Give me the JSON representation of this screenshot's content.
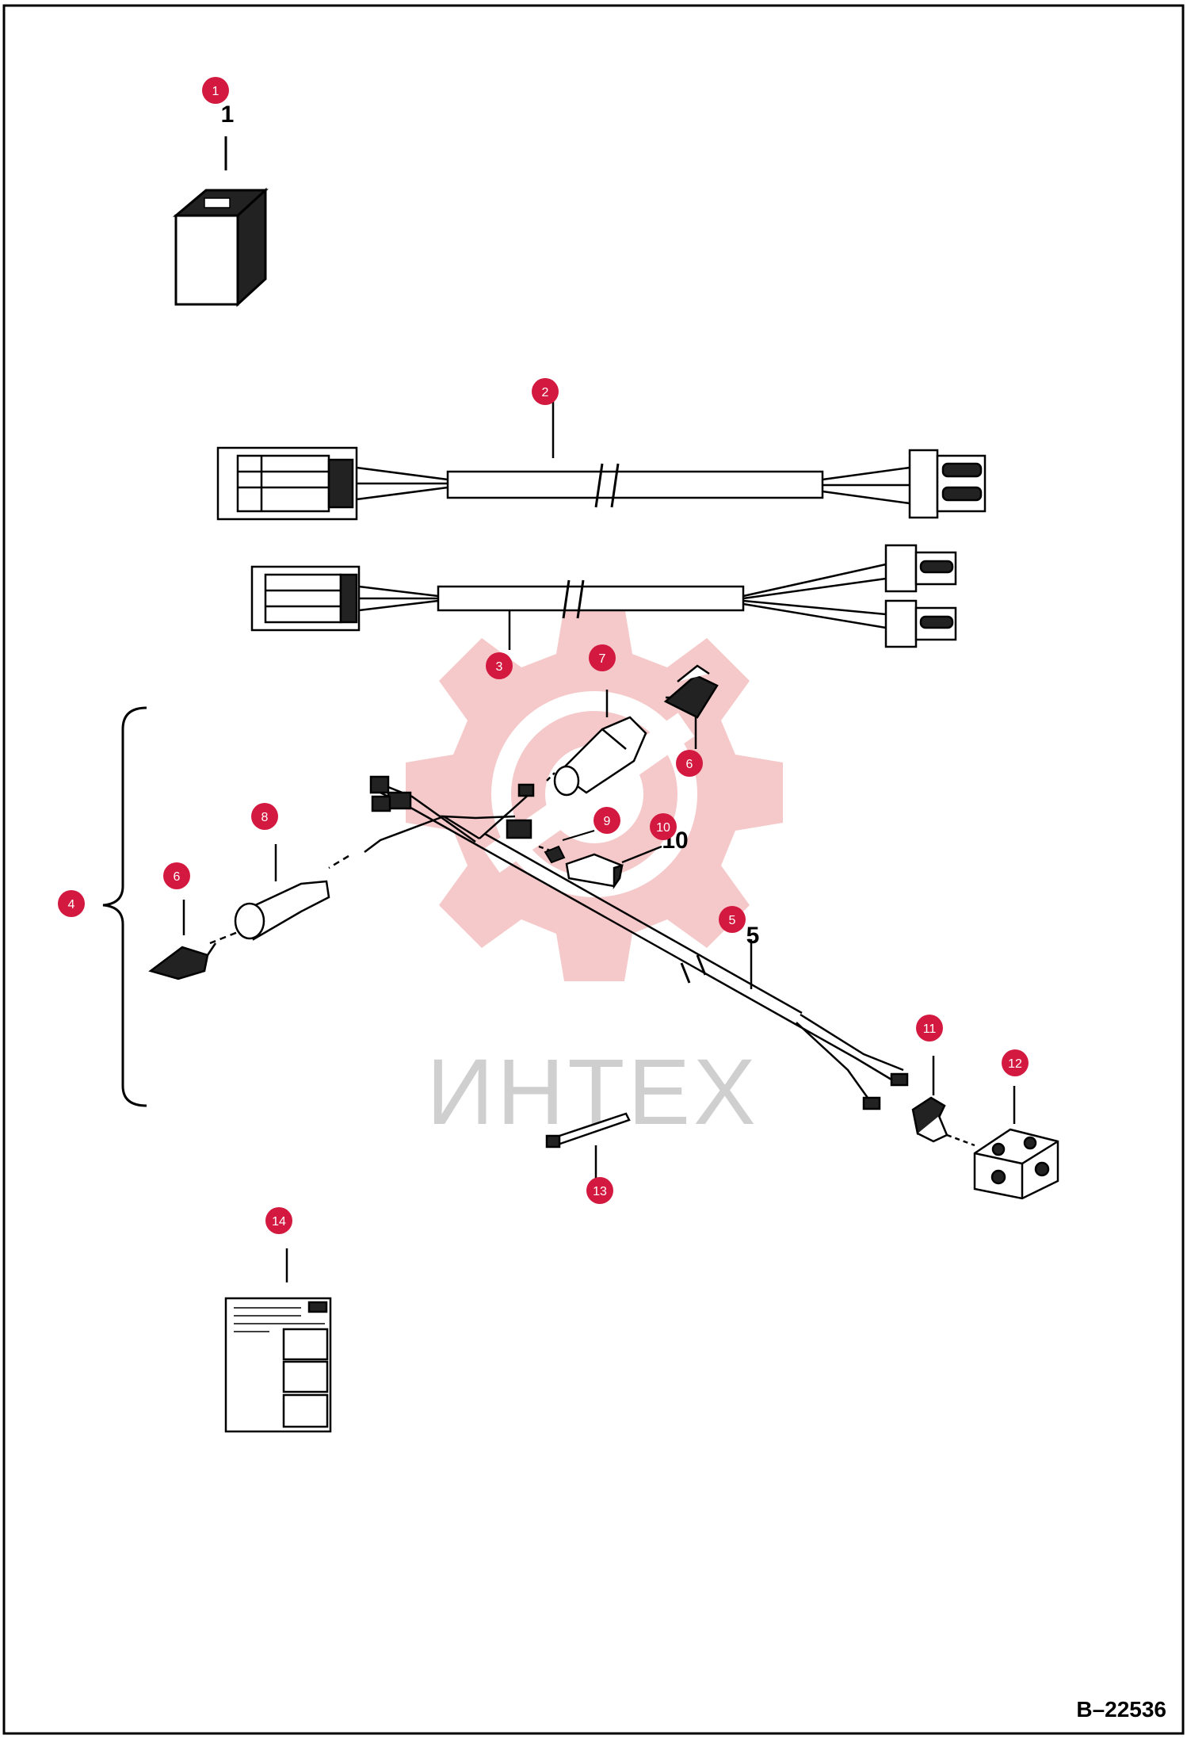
{
  "colors": {
    "callout": "#d3193f",
    "line": "#000000",
    "watermark_gear": "#f5c4c4",
    "watermark_text": "#cfcfcf"
  },
  "watermark": {
    "text": "ИНТЕХ"
  },
  "figure_code": "B–22536",
  "callouts": [
    {
      "id": "1",
      "label": "1"
    },
    {
      "id": "2",
      "label": "2"
    },
    {
      "id": "3",
      "label": "3"
    },
    {
      "id": "4",
      "label": "4"
    },
    {
      "id": "5",
      "label": "5"
    },
    {
      "id": "6a",
      "label": "6"
    },
    {
      "id": "6b",
      "label": "6"
    },
    {
      "id": "7",
      "label": "7"
    },
    {
      "id": "8",
      "label": "8"
    },
    {
      "id": "9",
      "label": "9"
    },
    {
      "id": "10",
      "label": "10"
    },
    {
      "id": "11",
      "label": "11"
    },
    {
      "id": "12",
      "label": "12"
    },
    {
      "id": "13",
      "label": "13"
    },
    {
      "id": "14",
      "label": "14"
    }
  ],
  "printed_numbers": {
    "n1": "1",
    "n5": "5",
    "n10": "10"
  }
}
